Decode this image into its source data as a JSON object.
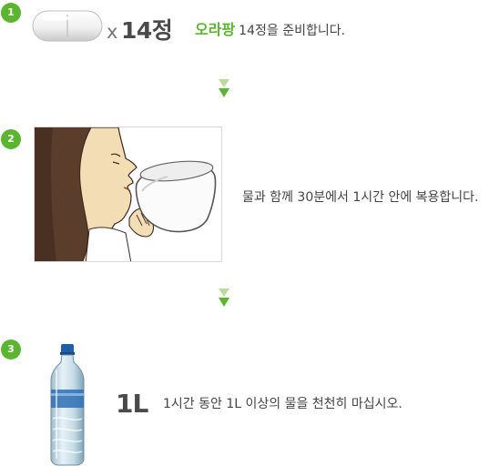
{
  "steps": [
    {
      "number": "1",
      "quantity_prefix": "x",
      "quantity": "14정",
      "brand": "오라팡",
      "text": "14정을 준비합니다.",
      "icon": "pill-icon"
    },
    {
      "number": "2",
      "text": "물과 함께 30분에서 1시간 안에 복용합니다.",
      "icon": "drinking-illustration"
    },
    {
      "number": "3",
      "volume": "1L",
      "text": "1시간 동안 1L 이상의 물을 천천히 마십시오.",
      "icon": "water-bottle-icon"
    }
  ],
  "colors": {
    "accent": "#5cb531",
    "arrow_light": "#b9dc9c",
    "arrow_dark": "#5cb531",
    "text": "#444444"
  }
}
